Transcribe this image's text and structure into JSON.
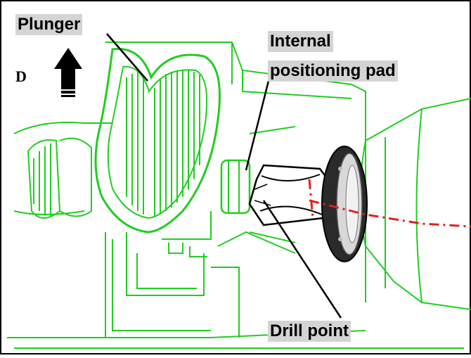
{
  "labels": {
    "plunger": "Plunger",
    "internal_line1": "Internal",
    "internal_line2": "positioning pad",
    "drill_point": "Drill point",
    "direction": "D"
  },
  "colors": {
    "linework": "#22cc22",
    "pad": "#2a2a2a",
    "centerline": "#e02020",
    "label_bg": "#d4d4d4",
    "frame": "#000000"
  },
  "icons": {
    "direction_arrow": "arrow-up-icon"
  }
}
